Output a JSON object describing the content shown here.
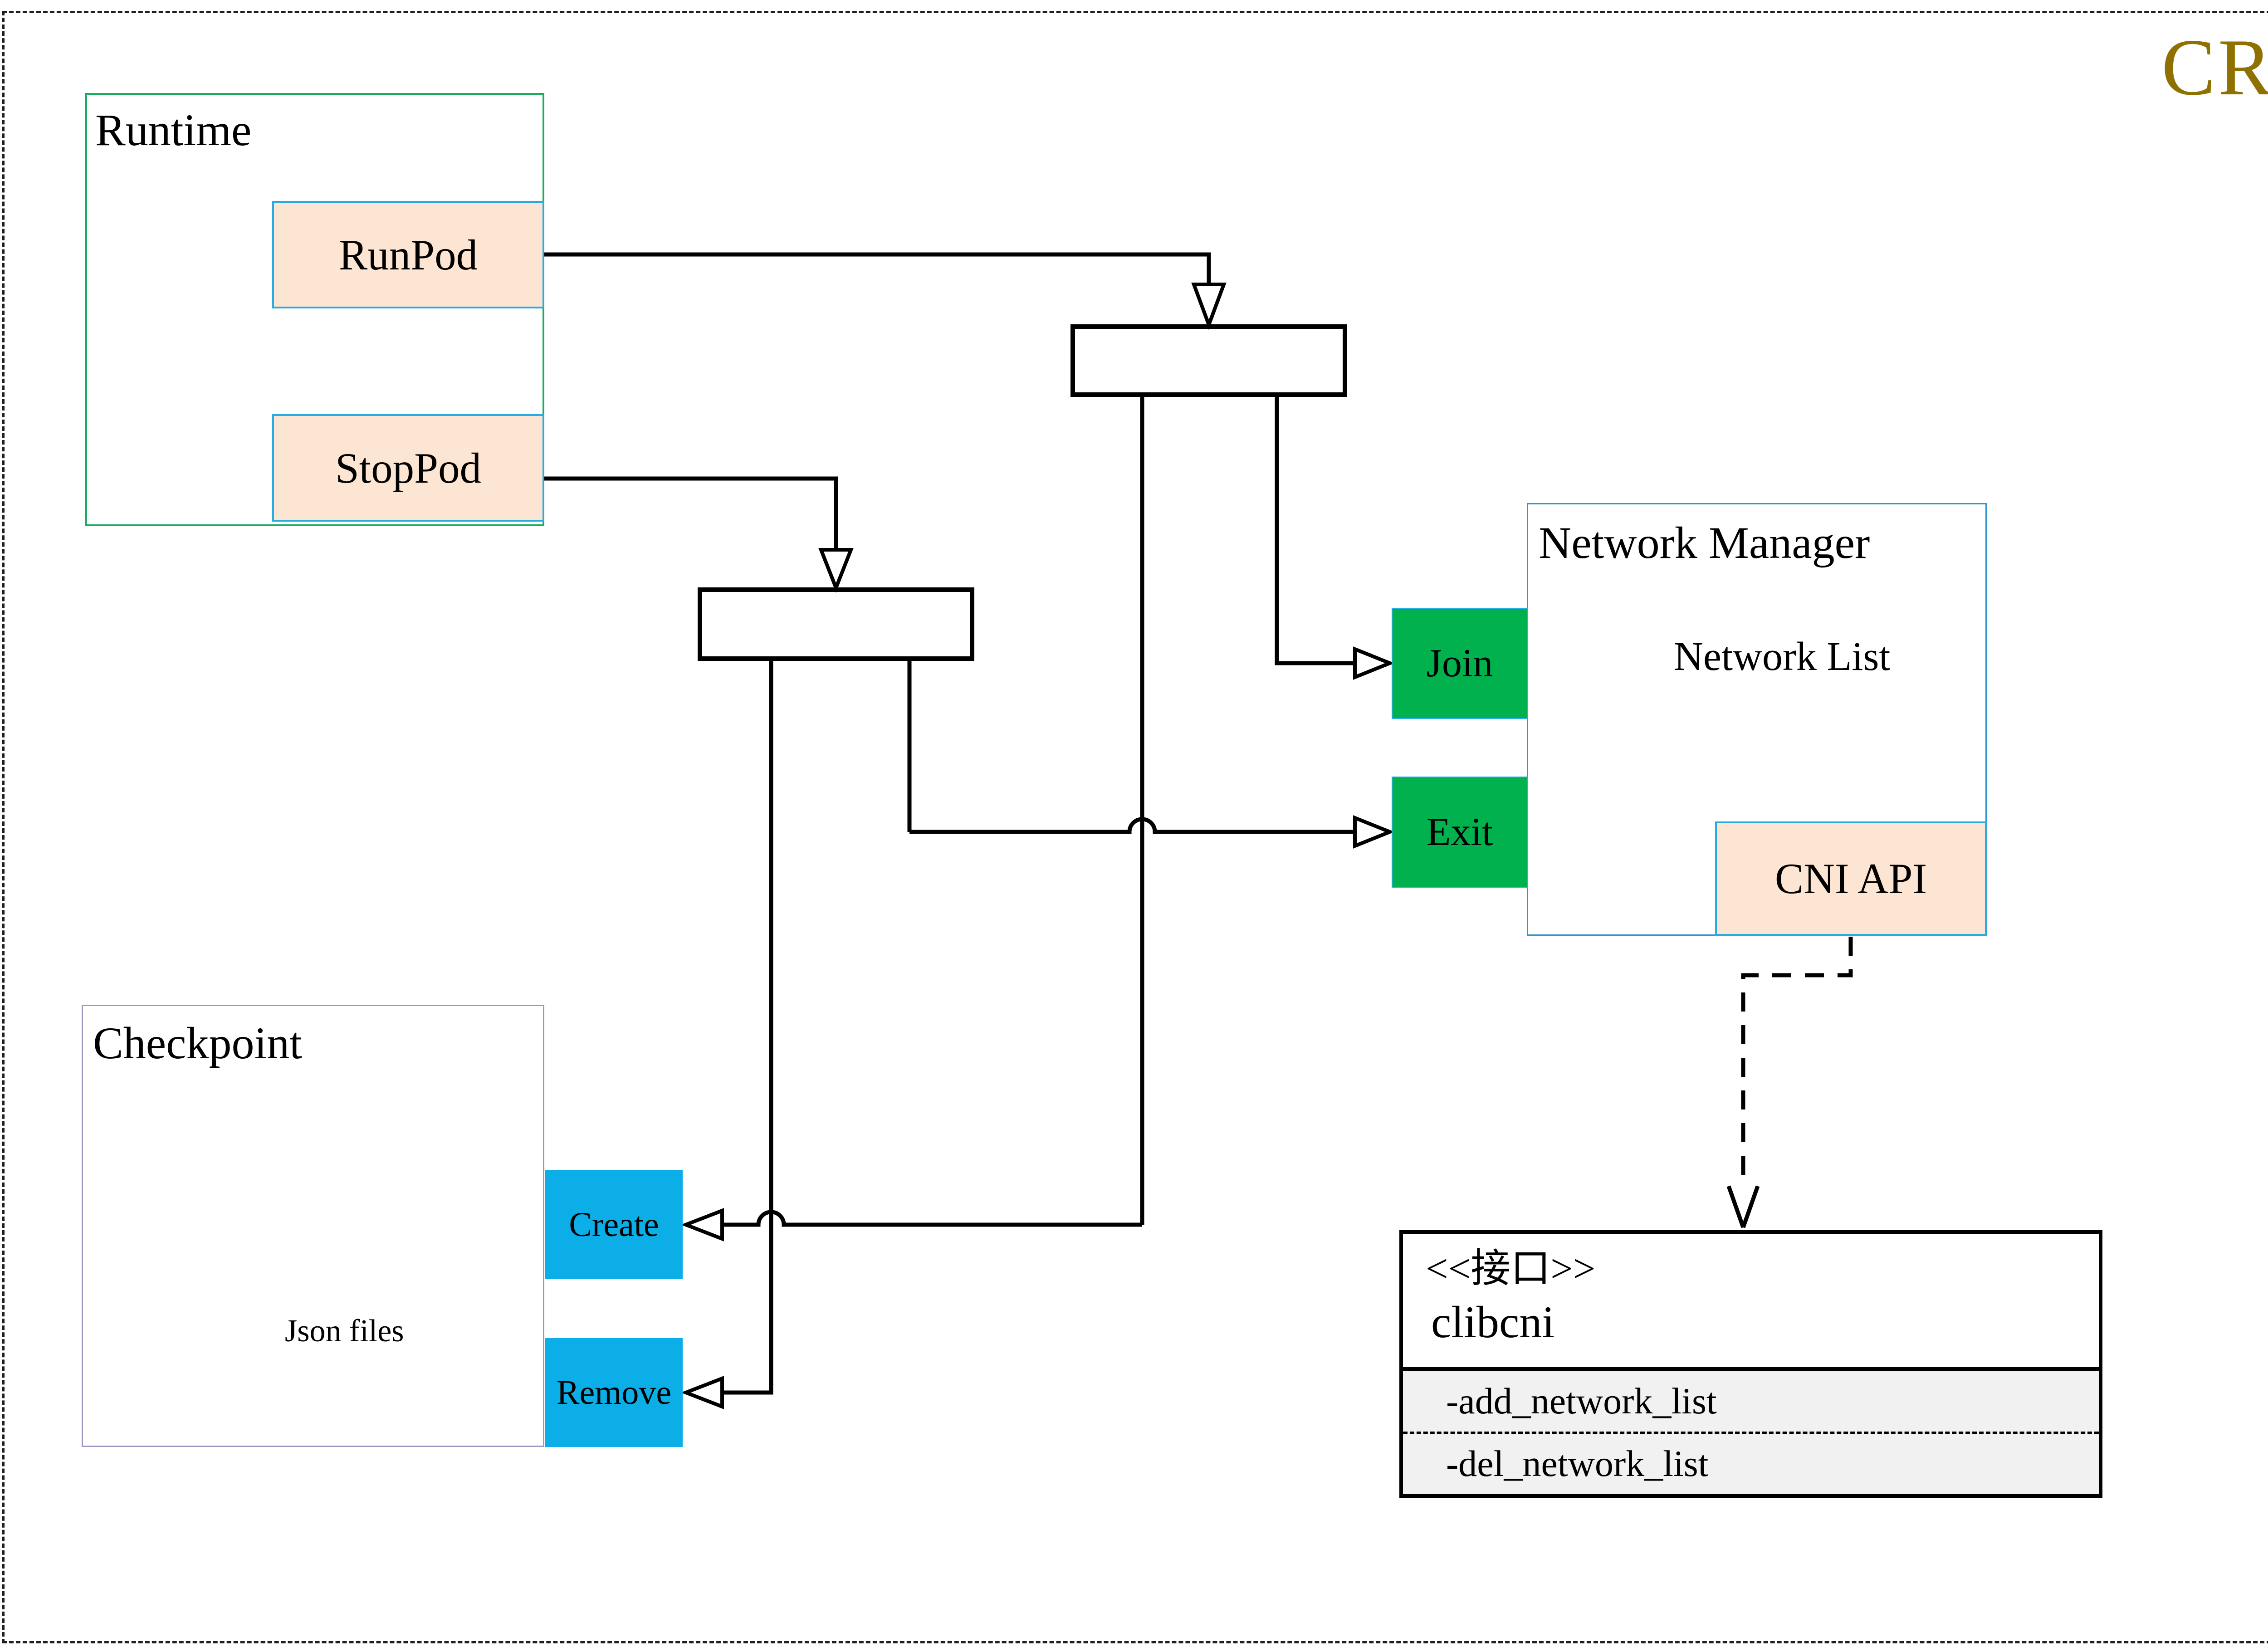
{
  "title": "CRI",
  "runtime": {
    "label": "Runtime",
    "run_pod": "RunPod",
    "stop_pod": "StopPod"
  },
  "network_manager": {
    "label": "Network Manager",
    "network_list": "Network List",
    "join": "Join",
    "exit": "Exit",
    "cni_api": "CNI API"
  },
  "checkpoint": {
    "label": "Checkpoint",
    "json_files": "Json files",
    "create": "Create",
    "remove": "Remove"
  },
  "clibcni": {
    "stereotype": "<<接口>>",
    "name": "clibcni",
    "methods": [
      "-add_network_list",
      "-del_network_list"
    ]
  },
  "colors": {
    "title_gold": "#8E7100",
    "runtime_border_green": "#1BAD5F",
    "port_fill_peach": "#FCE5D3",
    "port_border_cyan": "#29ABE2",
    "action_fill_green": "#00B14E",
    "action_fill_blue": "#0BAEE6",
    "network_manager_border_blue": "#2F97D0",
    "checkpoint_border_purple": "#A393C0",
    "cylinder_gray": "#5A5A5A",
    "attr_section_gray": "#F1F1F1"
  }
}
